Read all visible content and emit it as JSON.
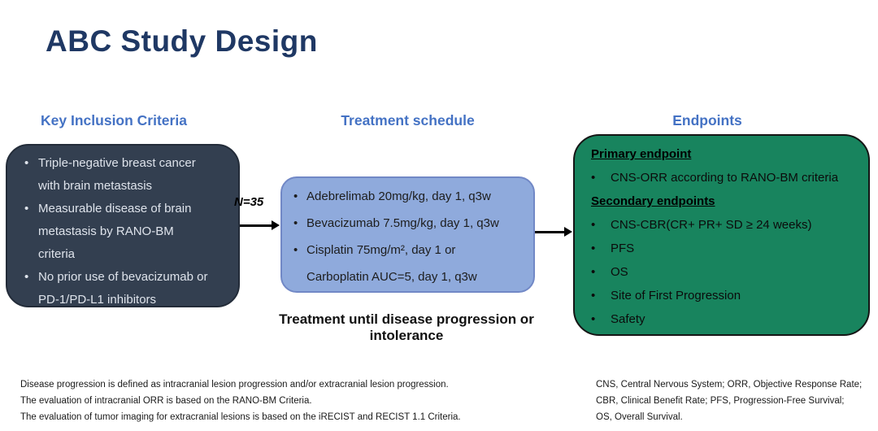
{
  "slide": {
    "title": "ABC Study Design"
  },
  "inclusion": {
    "heading": "Key Inclusion Criteria",
    "items": [
      "Triple-negative breast cancer\nwith brain metastasis",
      "Measurable disease of brain\nmetastasis by RANO-BM\ncriteria",
      "No prior use of bevacizumab or\nPD-1/PD-L1 inhibitors"
    ]
  },
  "treatment": {
    "heading": "Treatment schedule",
    "items": [
      "Adebrelimab 20mg/kg, day 1, q3w",
      "Bevacizumab 7.5mg/kg, day 1, q3w",
      "Cisplatin 75mg/m², day 1 or\nCarboplatin AUC=5, day 1, q3w"
    ],
    "caption": "Treatment until disease progression or intolerance"
  },
  "endpoints": {
    "heading": "Endpoints",
    "primary_label": "Primary endpoint",
    "primary_items": [
      "CNS-ORR according to RANO-BM criteria"
    ],
    "secondary_label": "Secondary endpoints",
    "secondary_items": [
      "CNS-CBR(CR+ PR+ SD ≥ 24 weeks)",
      "PFS",
      "OS",
      "Site of First Progression",
      "Safety"
    ]
  },
  "flow": {
    "n_label": "N=35"
  },
  "footnotes": {
    "left": [
      "Disease progression is defined as intracranial lesion progression  and/or extracranial lesion progression.",
      "The evaluation of intracranial ORR is based on the RANO-BM Criteria.",
      "The evaluation of tumor imaging for extracranial lesions is based on the iRECIST and RECIST 1.1 Criteria."
    ],
    "right": [
      "CNS, Central Nervous System;  ORR, Objective Response Rate;",
      "CBR, Clinical Benefit Rate; PFS, Progression-Free Survival;",
      "OS, Overall Survival."
    ]
  },
  "colors": {
    "title_navy": "#1F3864",
    "heading_blue": "#4472C4",
    "inclusion_box_fill": "#333F50",
    "treatment_box_fill": "#8FAADC",
    "endpoints_box_fill": "#18845E",
    "arrow": "#000000"
  }
}
